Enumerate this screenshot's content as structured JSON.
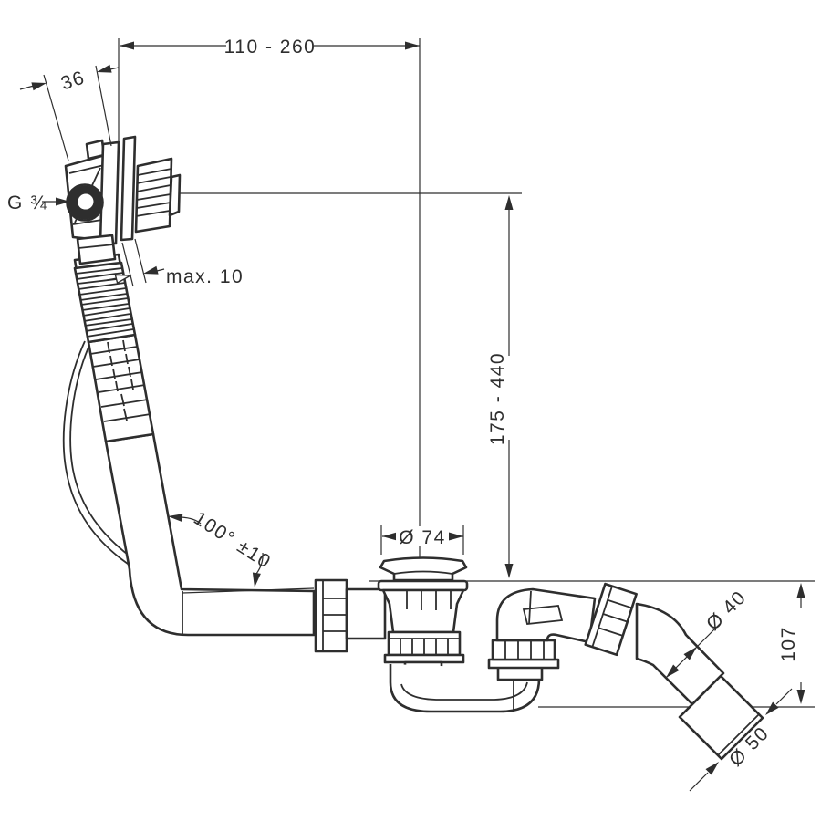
{
  "meta": {
    "drawing_type": "technical dimension drawing",
    "subject": "bath waste, overflow and trap set",
    "background_color": "#ffffff",
    "line_color": "#2e2e2e"
  },
  "dimensions": {
    "top_span": "110 - 260",
    "fitting_depth": "36",
    "overflow_thread": "G ¾",
    "wall_gap": "max. 10",
    "height_range": "175 - 440",
    "pipe_angle": "100° ±10",
    "waste_plug_diameter": "Ø 74",
    "outlet_pipe_diameter": "Ø 40",
    "outlet_height": "107",
    "socket_diameter": "Ø 50"
  }
}
